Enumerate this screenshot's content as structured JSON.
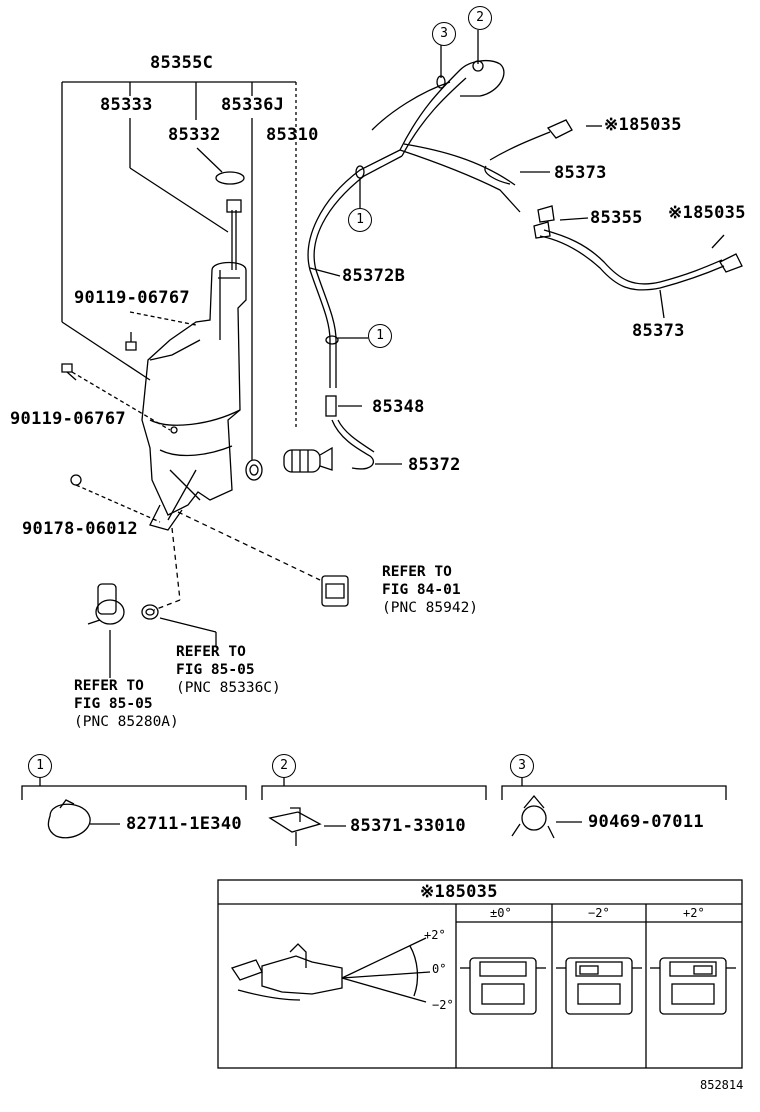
{
  "main": {
    "assembly_no": "85355C",
    "parts": {
      "p85333": "85333",
      "p85336J": "85336J",
      "p85332": "85332",
      "p85310": "85310",
      "p85035_a": "※185035",
      "p85373_a": "85373",
      "p85355": "85355",
      "p85035_b": "※185035",
      "p85372B": "85372B",
      "p85373_b": "85373",
      "p85348": "85348",
      "p85372": "85372",
      "bolt_a": "90119-06767",
      "bolt_b": "90119-06767",
      "grommet": "90178-06012"
    },
    "callouts": {
      "c1a": "1",
      "c1b": "1",
      "c2": "2",
      "c3": "3"
    },
    "refs": {
      "r1": [
        "REFER TO",
        "FIG 84-01",
        "(PNC 85942)"
      ],
      "r2": [
        "REFER TO",
        "FIG 85-05",
        "(PNC 85336C)"
      ],
      "r3": [
        "REFER TO",
        "FIG 85-05",
        "(PNC 85280A)"
      ]
    }
  },
  "detail_groups": [
    {
      "callout": "1",
      "part": "82711-1E340"
    },
    {
      "callout": "2",
      "part": "85371-33010"
    },
    {
      "callout": "3",
      "part": "90469-07011"
    }
  ],
  "nozzle_table": {
    "title": "※185035",
    "columns": [
      "±0°",
      "−2°",
      "+2°"
    ],
    "angle_labels": {
      "up": "+2°",
      "mid": "0°",
      "down": "−2°"
    }
  },
  "figure_code": "852814"
}
